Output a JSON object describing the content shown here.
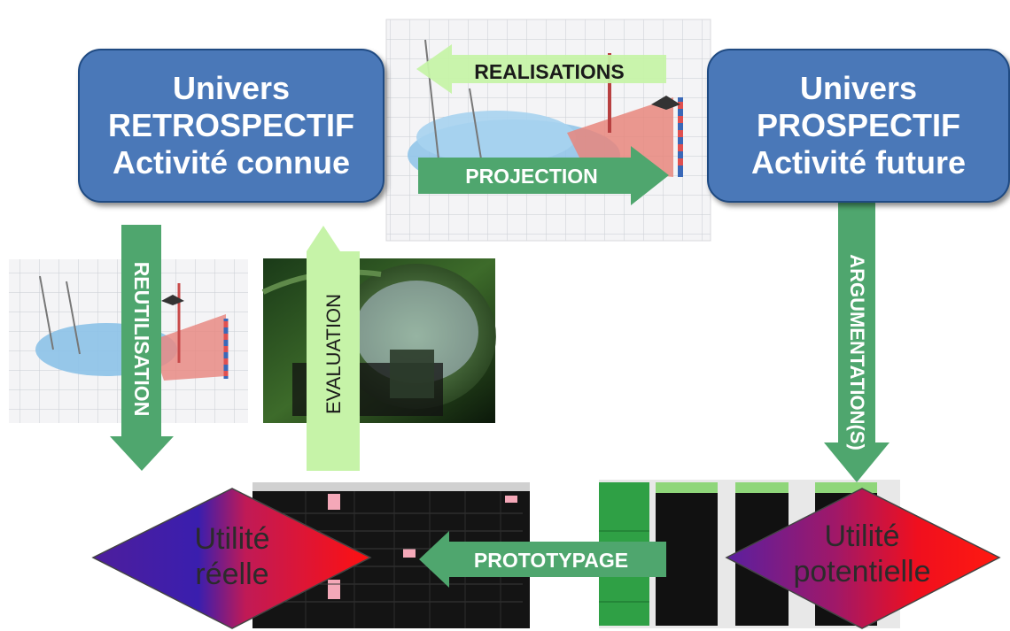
{
  "retro_box": {
    "line1": "Univers",
    "line2": "RETROSPECTIF",
    "line3": "Activité connue"
  },
  "prosp_box": {
    "line1": "Univers",
    "line2": "PROSPECTIF",
    "line3": "Activité future"
  },
  "arrows": {
    "realisations": "REALISATIONS",
    "projection": "PROJECTION",
    "reutilisation": "REUTILISATION",
    "evaluation": "EVALUATION",
    "argumentations": "ARGUMENTATION(S)",
    "prototypage": "PROTOTYPAGE"
  },
  "diamonds": {
    "reelle": {
      "line1": "Utilité",
      "line2": "réelle"
    },
    "potentielle": {
      "line1": "Utilité",
      "line2": "potentielle"
    }
  },
  "colors": {
    "box_fill": "#4a78b8",
    "arrow_green": "#4fa66e",
    "arrow_light_green": "#c6f3a8",
    "diamond_purple": "#5a1fa0",
    "diamond_red": "#f00f1e"
  }
}
